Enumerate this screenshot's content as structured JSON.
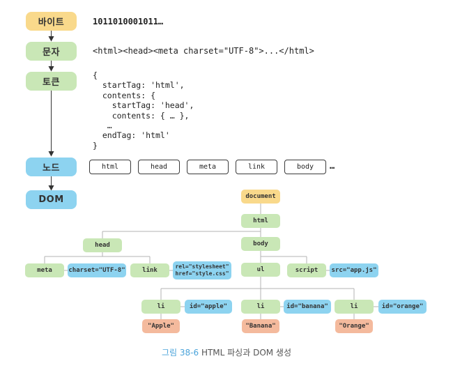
{
  "flow": {
    "steps": [
      {
        "label": "바이트",
        "color": "#f9d98b"
      },
      {
        "label": "문자",
        "color": "#c9e7b6"
      },
      {
        "label": "토큰",
        "color": "#c9e7b6"
      },
      {
        "label": "노드",
        "color": "#8dd3f0"
      },
      {
        "label": "DOM",
        "color": "#8dd3f0"
      }
    ]
  },
  "byte_stream": "1011010001011…",
  "char_stream": "<html><head><meta charset=\"UTF-8\">...</html>",
  "token_code": "{\n  startTag: 'html',\n  contents: {\n    startTag: 'head',\n    contents: { … },\n   …\n  endTag: 'html'\n}",
  "nodes": [
    "html",
    "head",
    "meta",
    "link",
    "body"
  ],
  "nodes_ellipsis": "…",
  "tree": {
    "document": "document",
    "html": "html",
    "head": "head",
    "body": "body",
    "meta": "meta",
    "meta_attr": "charset=\"UTF-8\"",
    "link": "link",
    "link_attr": "rel=\"stylesheet\"\nhref=\"style.css\"",
    "ul": "ul",
    "script": "script",
    "script_attr": "src=\"app.js\"",
    "li_apple": "li",
    "li_apple_attr": "id=\"apple\"",
    "li_banana": "li",
    "li_banana_attr": "id=\"banana\"",
    "li_orange": "li",
    "li_orange_attr": "id=\"orange\"",
    "text_apple": "\"Apple\"",
    "text_banana": "\"Banana\"",
    "text_orange": "\"Orange\""
  },
  "caption": {
    "figure_label": "그림 38-6",
    "title": "HTML 파싱과 DOM 생성"
  },
  "colors": {
    "document_node": "#f9d98b",
    "element_node": "#c9e7b6",
    "attribute_node": "#8dd3f0",
    "text_node": "#f4ba9d",
    "connector": "#b3b3b3",
    "caption_accent": "#4aa3da"
  }
}
